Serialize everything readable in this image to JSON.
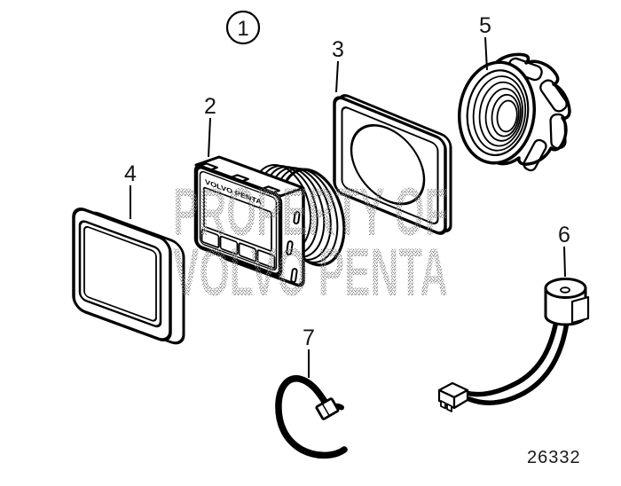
{
  "figure": {
    "background_color": "#ffffff",
    "line_color": "#000000",
    "watermark": {
      "line1": "PROPERTY OF",
      "line2": "VOLVO PENTA",
      "color": "#7a7a7a"
    },
    "drawing_number": "26332",
    "device": {
      "brand_label": "VOLVO PENTA"
    }
  },
  "callouts": [
    {
      "label": "1",
      "circled": true
    },
    {
      "label": "2",
      "circled": false
    },
    {
      "label": "3",
      "circled": false
    },
    {
      "label": "4",
      "circled": false
    },
    {
      "label": "5",
      "circled": false
    },
    {
      "label": "6",
      "circled": false
    },
    {
      "label": "7",
      "circled": false
    }
  ]
}
